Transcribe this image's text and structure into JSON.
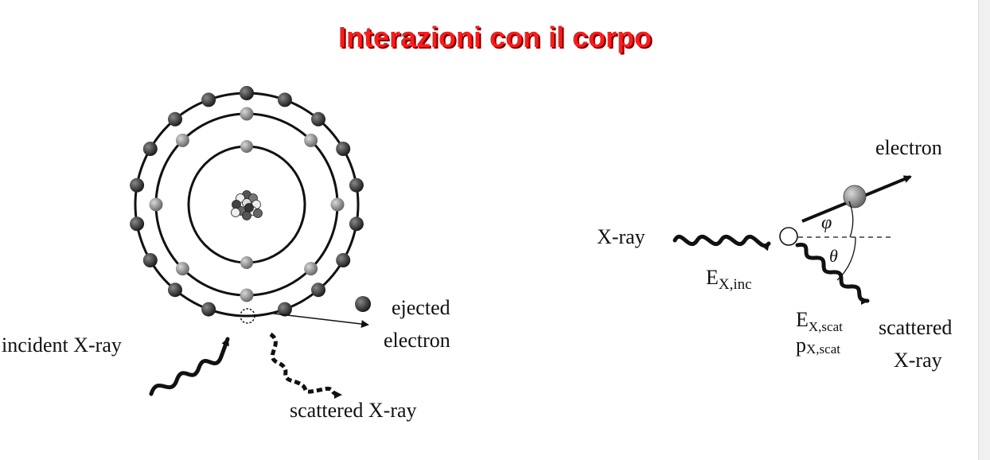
{
  "slide": {
    "title": "Interazioni con il corpo"
  },
  "left_figure": {
    "incident_label": "incident X-ray",
    "ejected_label_line1": "ejected",
    "ejected_label_line2": "electron",
    "scattered_label": "scattered X-ray"
  },
  "right_figure": {
    "xray_label": "X-ray",
    "electron_label": "electron",
    "phi_symbol": "φ",
    "theta_symbol": "θ",
    "e_inc_main": "E",
    "e_inc_sub": "X,inc",
    "e_scat_main": "E",
    "e_scat_sub": "X,scat",
    "p_scat_main": "p",
    "p_scat_sub": "X,scat",
    "scattered_line1": "scattered",
    "scattered_line2": "X-ray"
  }
}
